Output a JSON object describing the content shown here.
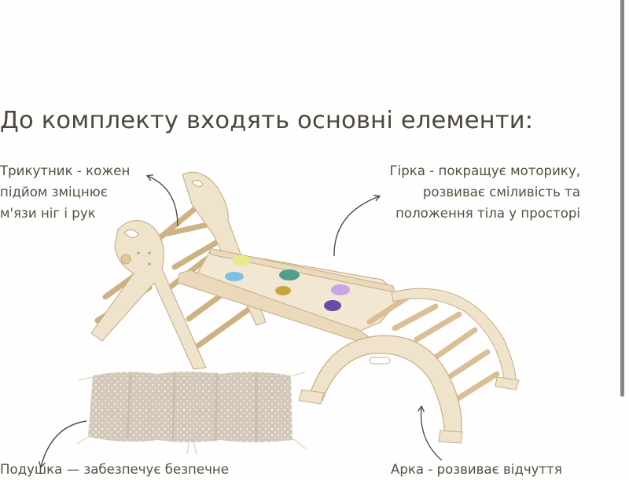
{
  "section": {
    "heading": "До комплекту входять основні елементи:"
  },
  "labels": {
    "triangle": {
      "lines": [
        "Трикутник - кожен",
        "підйом зміцнює",
        "м'язи ніг і рук"
      ]
    },
    "slide": {
      "lines": [
        "Гірка - покращує моторику,",
        "розвиває сміливість та",
        "положення тіла у просторі"
      ]
    },
    "cushion": {
      "lines": [
        "Подушка — забезпечує безпечне"
      ]
    },
    "arch": {
      "lines": [
        "Арка - розвиває відчуття"
      ]
    }
  },
  "illustration": {
    "description": "Wooden Pikler set: climbing triangle, ramp/slide with climbing stones, rocking arch and padded cushion",
    "climbing_stone_colors": [
      "#e8ea8c",
      "#7cc0e0",
      "#4f9f8c",
      "#c9a540",
      "#c7a6e6",
      "#6b4aa6"
    ],
    "wood_color": "#efe3cb",
    "cushion_color": "#d2c7b8"
  },
  "theme": {
    "text_color": "#4c4838",
    "background": "#fefefe",
    "scrollbar_thumb": "#868686"
  }
}
